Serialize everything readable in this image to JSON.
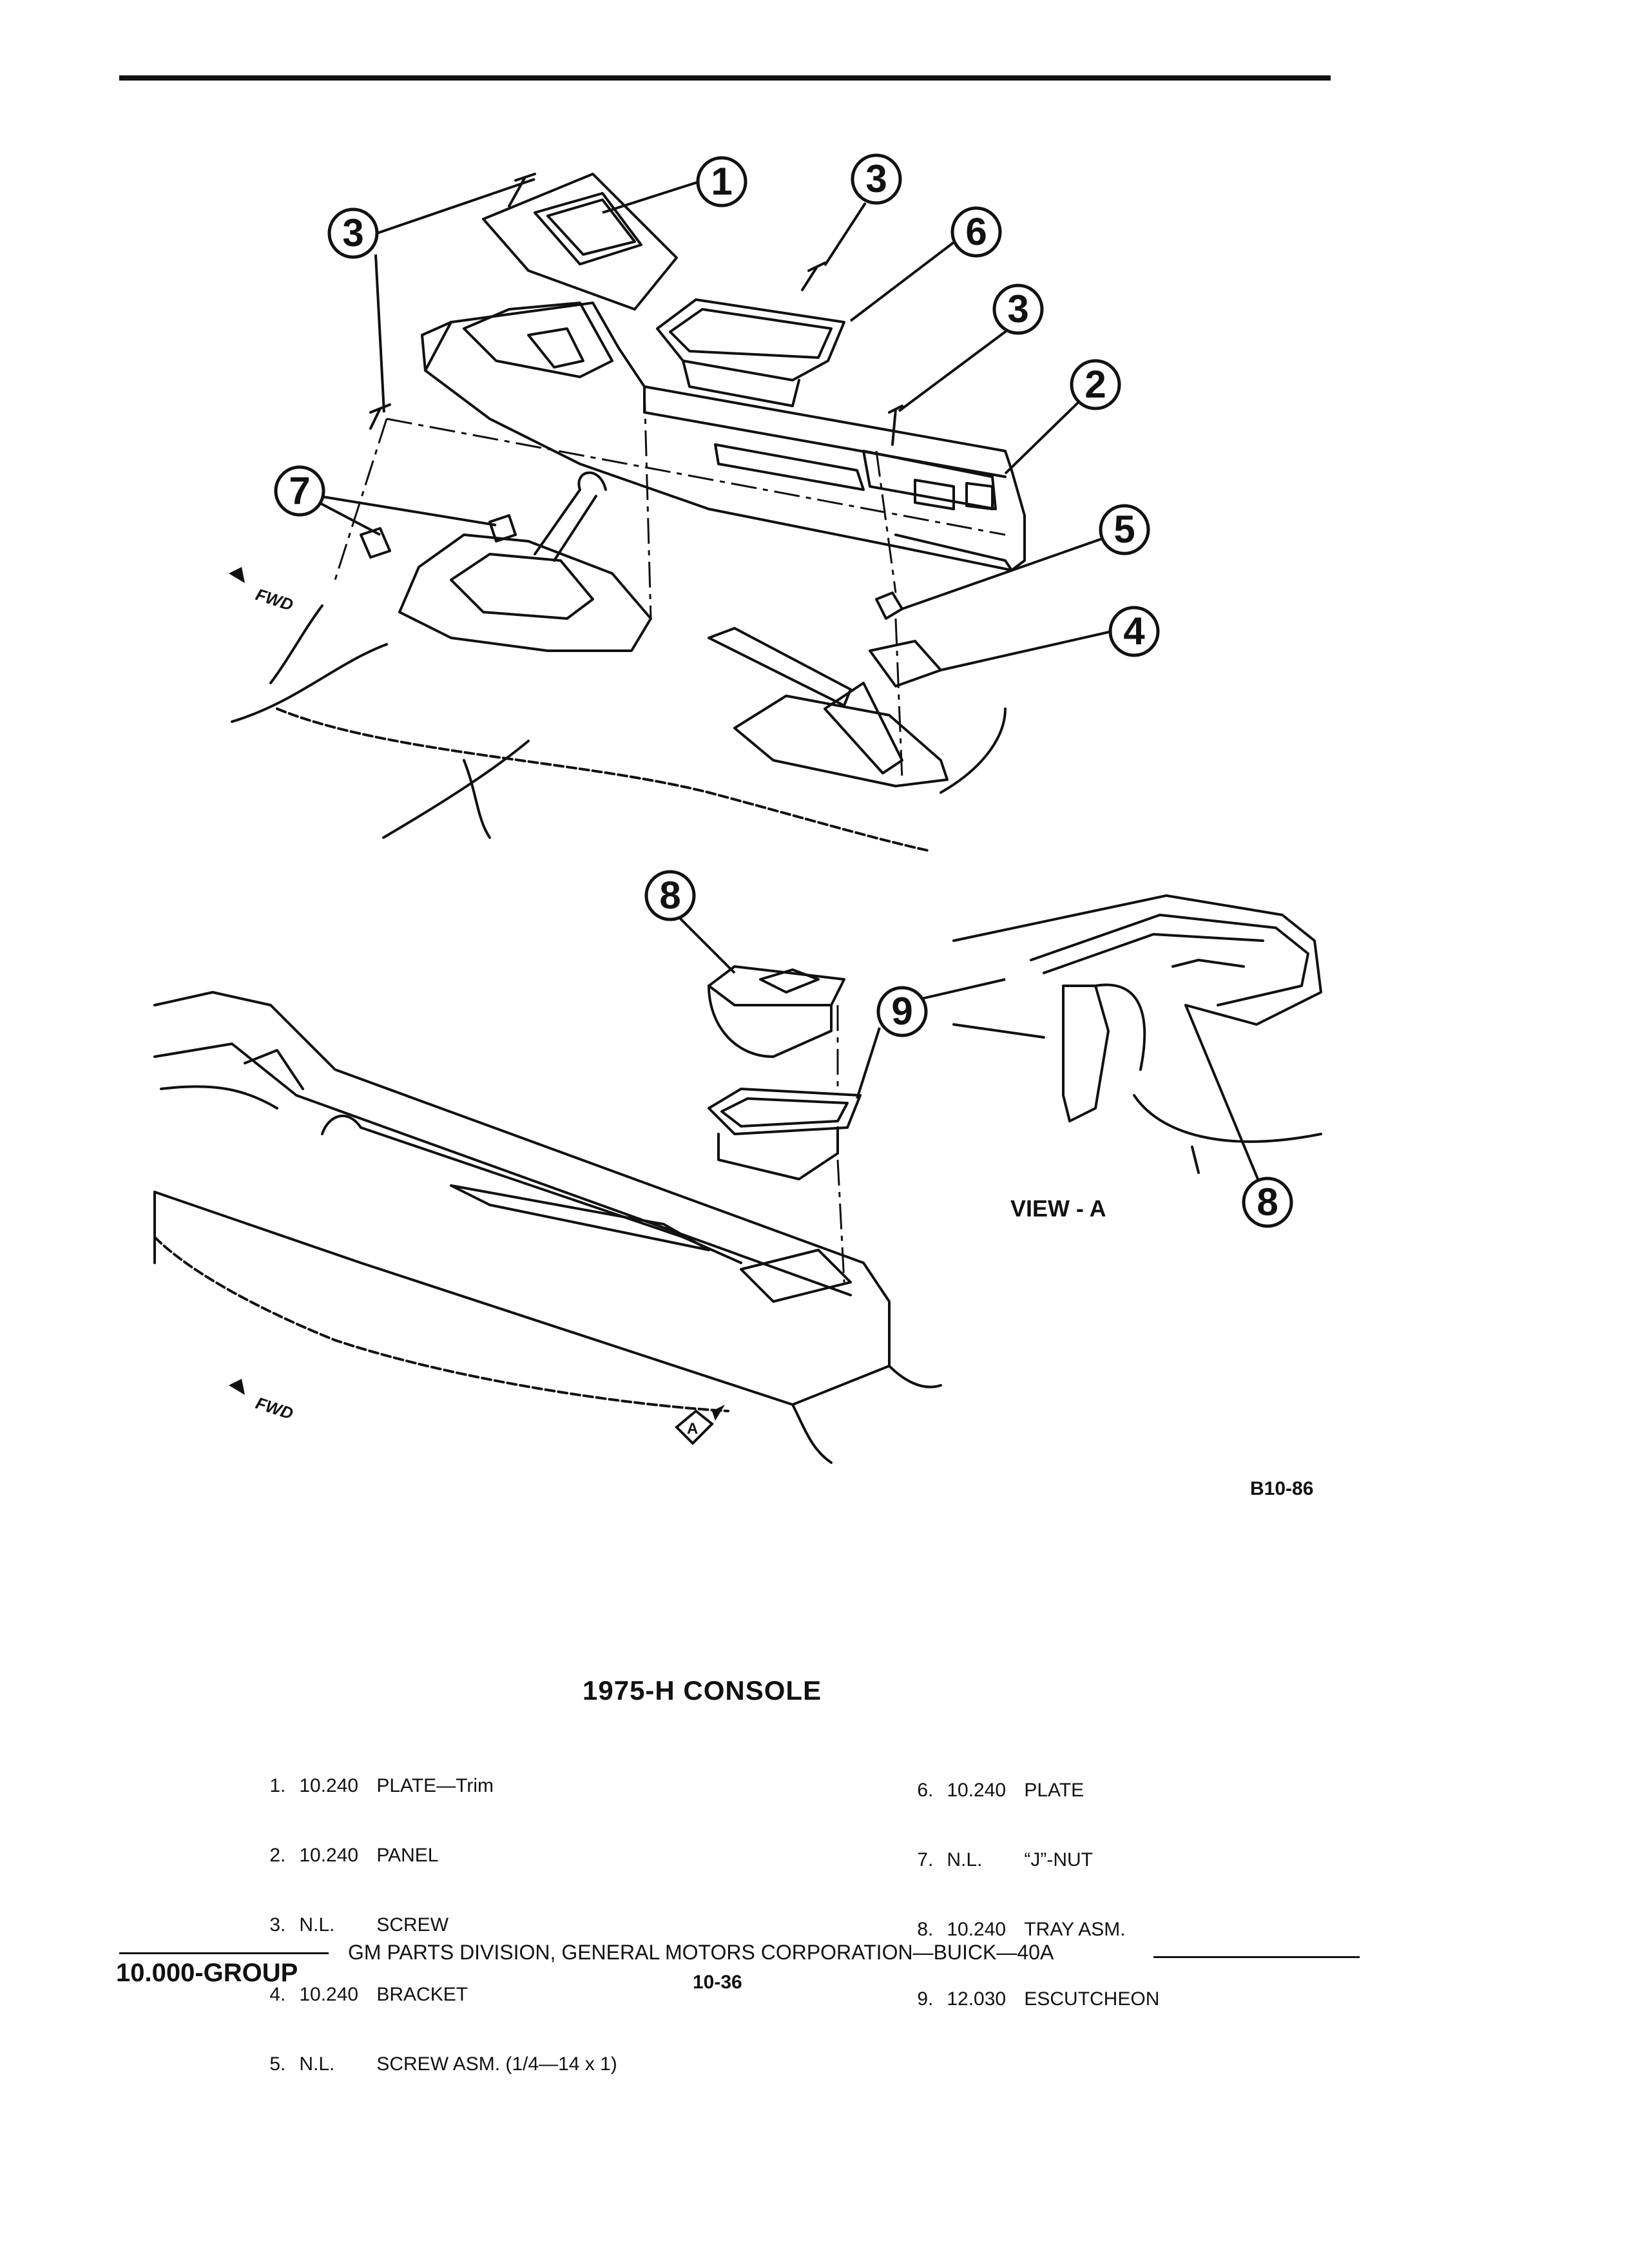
{
  "figure": {
    "view_label": "VIEW - A",
    "code": "B10-86",
    "fwd_label": "FWD",
    "view_marker": "A",
    "callouts": [
      "1",
      "3",
      "3",
      "6",
      "3",
      "2",
      "5",
      "4",
      "7",
      "8",
      "9",
      "8"
    ]
  },
  "title": "1975-H CONSOLE",
  "legend": {
    "left": [
      {
        "num": "1.",
        "code": "10.240",
        "desc": "PLATE—Trim"
      },
      {
        "num": "2.",
        "code": "10.240",
        "desc": "PANEL"
      },
      {
        "num": "3.",
        "code": "N.L.",
        "desc": "SCREW"
      },
      {
        "num": "4.",
        "code": "10.240",
        "desc": "BRACKET"
      },
      {
        "num": "5.",
        "code": "N.L.",
        "desc": "SCREW ASM. (1/4—14 x 1)"
      }
    ],
    "right": [
      {
        "num": "6.",
        "code": "10.240",
        "desc": "PLATE"
      },
      {
        "num": "7.",
        "code": "N.L.",
        "desc": "“J”-NUT"
      },
      {
        "num": "8.",
        "code": "10.240",
        "desc": "TRAY ASM."
      },
      {
        "num": "9.",
        "code": "12.030",
        "desc": "ESCUTCHEON"
      }
    ]
  },
  "footer": {
    "group": "10.000-GROUP",
    "division": "GM PARTS DIVISION, GENERAL MOTORS CORPORATION—BUICK—40A",
    "page": "10-36"
  }
}
